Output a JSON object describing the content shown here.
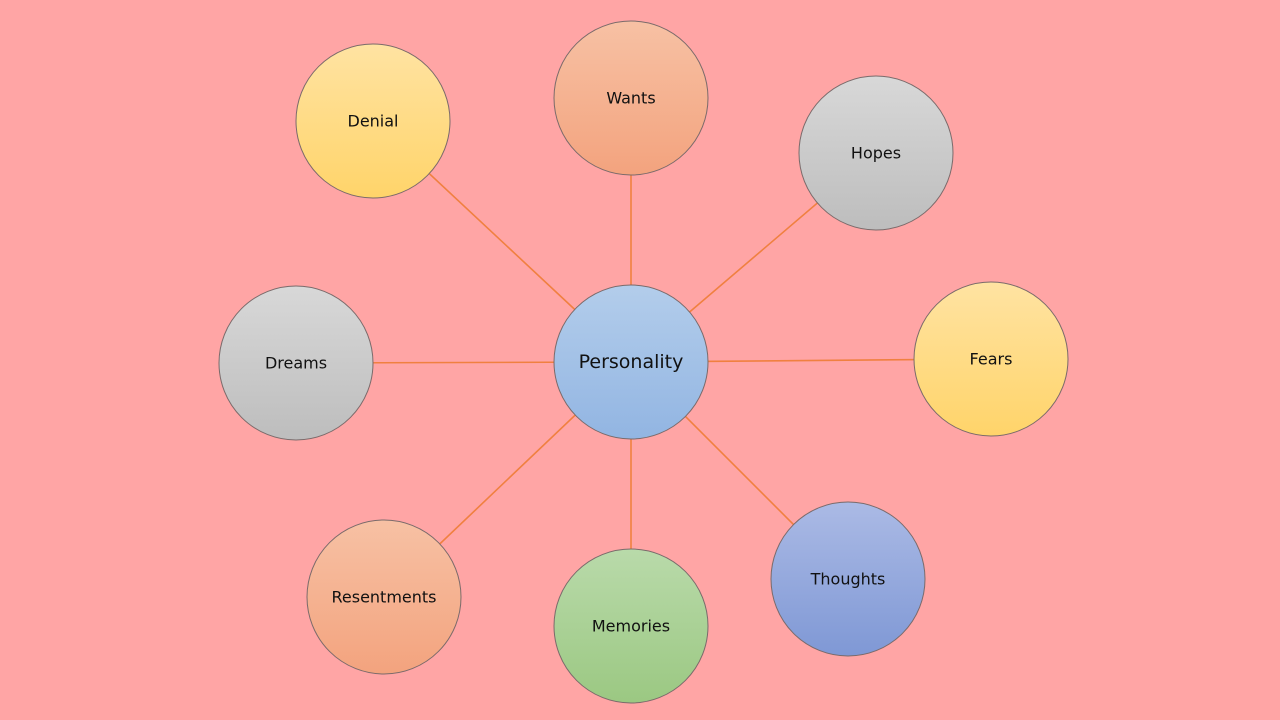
{
  "diagram": {
    "type": "mind-map",
    "background_color": "#FFA5A5",
    "connector_color": "#F08040",
    "center": {
      "label": "Personality",
      "color": "blue"
    },
    "nodes": [
      {
        "label": "Wants",
        "color": "orange"
      },
      {
        "label": "Hopes",
        "color": "gray"
      },
      {
        "label": "Fears",
        "color": "yellow"
      },
      {
        "label": "Thoughts",
        "color": "indigo"
      },
      {
        "label": "Memories",
        "color": "green"
      },
      {
        "label": "Resentments",
        "color": "orange"
      },
      {
        "label": "Dreams",
        "color": "gray"
      },
      {
        "label": "Denial",
        "color": "yellow"
      }
    ]
  }
}
